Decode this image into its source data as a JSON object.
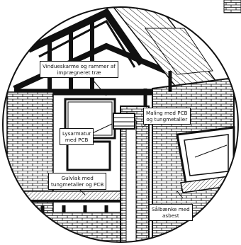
{
  "colors": {
    "ink": "#111111",
    "paper": "#ffffff",
    "shade": "#9a9a9a"
  },
  "labels": {
    "windows": {
      "line1": "Vindueskarme og rammer af",
      "line2": "imprægneret træ"
    },
    "light": {
      "line1": "Lysarmatur",
      "line2": "med PCB"
    },
    "paint": {
      "line1": "Maling med PCB",
      "line2": "og tungmetaller"
    },
    "floor": {
      "line1": "Gulvlak med",
      "line2": "tungmetaller og PCB"
    },
    "sill": {
      "line1": "Sålbænke med",
      "line2": "asbest"
    }
  }
}
